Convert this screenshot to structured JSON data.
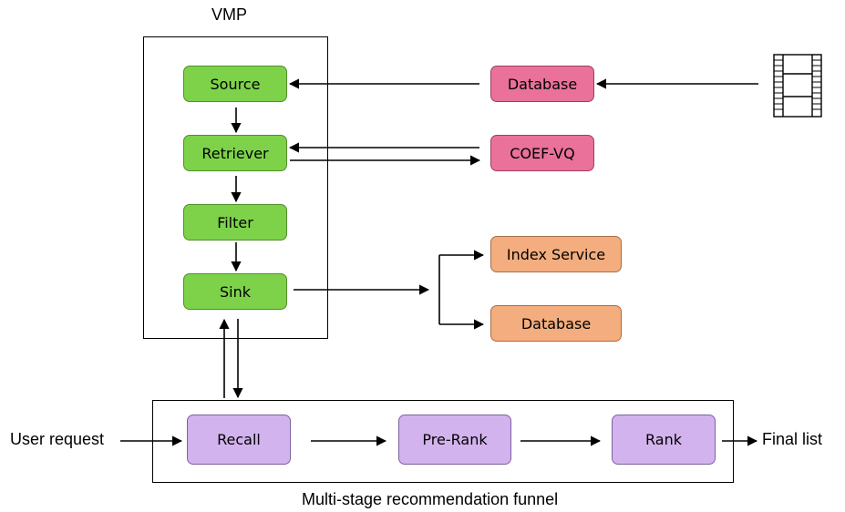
{
  "vmp": {
    "title": "VMP",
    "source": "Source",
    "retriever": "Retriever",
    "filter": "Filter",
    "sink": "Sink"
  },
  "external": {
    "database_top": "Database",
    "coef_vq": "COEF-VQ",
    "index_service": "Index Service",
    "database_bottom": "Database"
  },
  "funnel": {
    "title": "Multi-stage recommendation funnel",
    "recall": "Recall",
    "pre_rank": "Pre-Rank",
    "rank": "Rank",
    "input_label": "User request",
    "output_label": "Final list"
  },
  "icons": {
    "video": "film-strip-icon"
  },
  "colors": {
    "vmp_stage": "#7dd24a",
    "pink_service": "#e9719a",
    "orange_service": "#f3ad7e",
    "funnel_stage": "#d2b3ee"
  }
}
